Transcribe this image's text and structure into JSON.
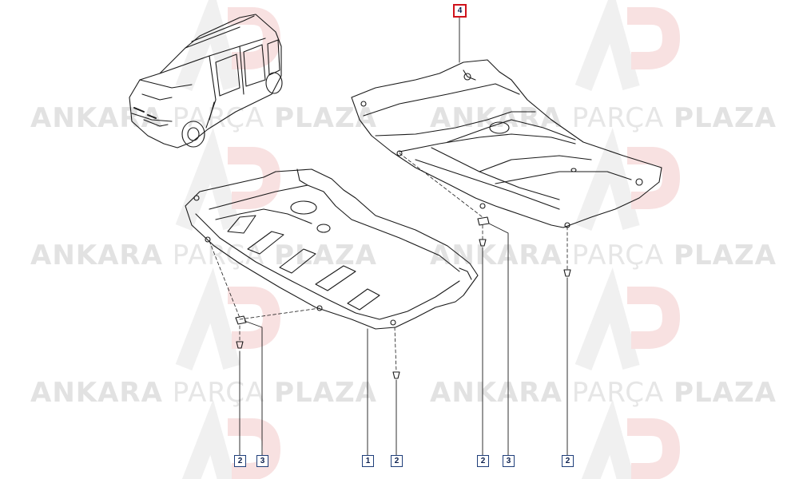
{
  "watermark": {
    "brand_bold_1": "ANKARA",
    "brand_light": "PARÇA",
    "brand_bold_2": "PLAZA",
    "logo_text": "AP"
  },
  "callouts": {
    "c1": "1",
    "c2": "2",
    "c3": "3",
    "c4": "4"
  },
  "colors": {
    "line": "#1a1a1a",
    "callout_border": "#1f3f7a",
    "highlight": "#d0121b",
    "watermark": "#e2e2e2",
    "logo_red": "#f3c6c6"
  }
}
